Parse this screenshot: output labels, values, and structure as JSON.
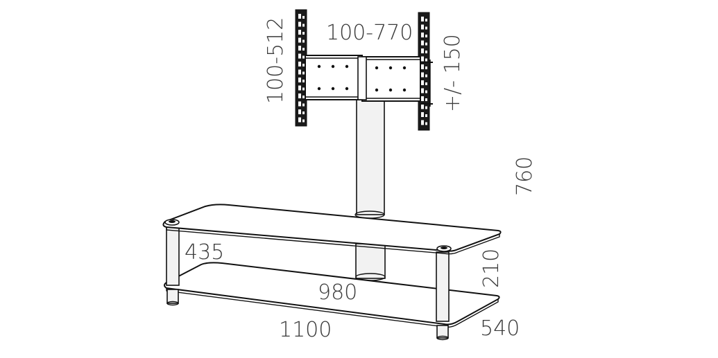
{
  "dimensions": {
    "vesa_height": "100-512",
    "vesa_width": "100-770",
    "height_adjust": "+/- 150",
    "total_height": "760",
    "shelf_clearance": "435",
    "shelf_gap": "210",
    "inner_width": "980",
    "total_width": "1100",
    "depth": "540"
  },
  "colors": {
    "line": "#111111",
    "text": "#3a3a3a",
    "background": "#ffffff"
  }
}
